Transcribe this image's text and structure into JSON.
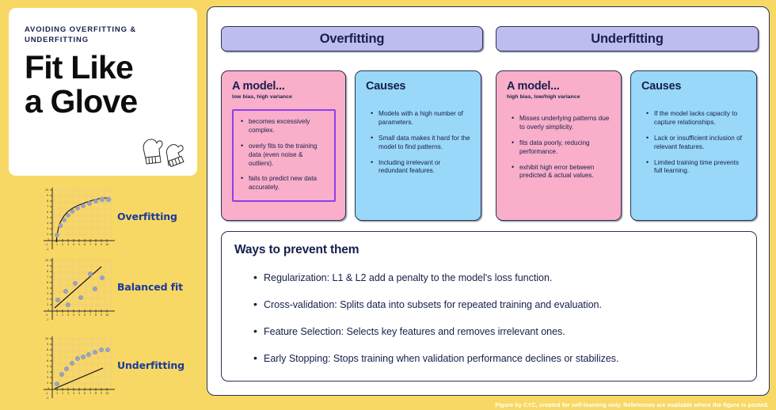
{
  "theme": {
    "background": "#f8d864",
    "panel": "#ffffff",
    "ink": "#16204a",
    "header_fill": "#bdbdf0",
    "pink": "#f9aec9",
    "blue": "#99d8f8",
    "outline_purple": "#8c3ff0",
    "label_blue": "#1b3a9c"
  },
  "title_card": {
    "kicker": "AVOIDING OVERFITTING & UNDERFITTING",
    "title_line1": "Fit Like",
    "title_line2": "a Glove",
    "illustration": "boxing-gloves"
  },
  "sidebar_charts": [
    {
      "label": "Overfitting",
      "chart_data": {
        "type": "scatter",
        "title": "Overfitting",
        "xlabel": "",
        "ylabel": "",
        "xlim": [
          -1,
          10.5
        ],
        "ylim": [
          -1,
          10.5
        ],
        "xticks": [
          1,
          2,
          3,
          4,
          5,
          6,
          7,
          8,
          9,
          10
        ],
        "yticks": [
          1,
          2,
          3,
          4,
          5,
          6,
          7,
          8,
          9,
          10
        ],
        "grid": true,
        "legend": "none",
        "points": [
          {
            "x": 1.2,
            "y": 1.5
          },
          {
            "x": 1.7,
            "y": 3.0
          },
          {
            "x": 2.3,
            "y": 4.3
          },
          {
            "x": 3.0,
            "y": 5.2
          },
          {
            "x": 3.8,
            "y": 6.0
          },
          {
            "x": 4.6,
            "y": 6.6
          },
          {
            "x": 5.5,
            "y": 7.0
          },
          {
            "x": 6.6,
            "y": 7.5
          },
          {
            "x": 7.6,
            "y": 8.0
          },
          {
            "x": 8.6,
            "y": 8.2
          },
          {
            "x": 9.5,
            "y": 8.1
          }
        ],
        "fit_line": {
          "style": "wiggly-curve-through-every-point",
          "description": "curve passes through each data point exactly"
        }
      }
    },
    {
      "label": "Balanced fit",
      "chart_data": {
        "type": "scatter",
        "title": "Balanced fit",
        "xlabel": "",
        "ylabel": "",
        "xlim": [
          -1,
          10.5
        ],
        "ylim": [
          -1,
          10.5
        ],
        "xticks": [
          1,
          2,
          3,
          4,
          5,
          6,
          7,
          8,
          9,
          10
        ],
        "yticks": [
          1,
          2,
          3,
          4,
          5,
          6,
          7,
          8,
          9,
          10
        ],
        "grid": true,
        "legend": "none",
        "points": [
          {
            "x": 1.2,
            "y": 3.0
          },
          {
            "x": 2.6,
            "y": 5.2
          },
          {
            "x": 3.0,
            "y": 2.2
          },
          {
            "x": 4.3,
            "y": 6.8
          },
          {
            "x": 5.2,
            "y": 3.7
          },
          {
            "x": 6.8,
            "y": 8.3
          },
          {
            "x": 7.6,
            "y": 5.6
          },
          {
            "x": 8.9,
            "y": 7.2
          }
        ],
        "fit_line": {
          "style": "straight-diagonal",
          "from": {
            "x": 0.4,
            "y": 1.2
          },
          "to": {
            "x": 8.4,
            "y": 9.2
          },
          "description": "straight regression line through the point cloud"
        }
      }
    },
    {
      "label": "Underfitting",
      "chart_data": {
        "type": "scatter",
        "title": "Underfitting",
        "xlabel": "",
        "ylabel": "",
        "xlim": [
          -1,
          10.5
        ],
        "ylim": [
          -1,
          10.5
        ],
        "xticks": [
          1,
          2,
          3,
          4,
          5,
          6,
          7,
          8,
          9,
          10
        ],
        "yticks": [
          1,
          2,
          3,
          4,
          5,
          6,
          7,
          8,
          9,
          10
        ],
        "grid": true,
        "legend": "none",
        "points": [
          {
            "x": 1.2,
            "y": 1.6
          },
          {
            "x": 1.9,
            "y": 3.4
          },
          {
            "x": 2.7,
            "y": 4.5
          },
          {
            "x": 3.6,
            "y": 5.6
          },
          {
            "x": 4.6,
            "y": 6.4
          },
          {
            "x": 5.5,
            "y": 6.7
          },
          {
            "x": 6.4,
            "y": 7.1
          },
          {
            "x": 7.4,
            "y": 7.6
          },
          {
            "x": 8.4,
            "y": 8.0
          },
          {
            "x": 9.4,
            "y": 8.1
          }
        ],
        "fit_line": {
          "style": "straight-shallow",
          "from": {
            "x": 0.5,
            "y": 0.4
          },
          "to": {
            "x": 8.6,
            "y": 4.6
          },
          "description": "shallow straight line far below the curved data"
        }
      }
    }
  ],
  "sections": [
    {
      "header": "Overfitting",
      "model_card": {
        "title": "A model...",
        "subtitle": "low bias, high variance",
        "outlined": true,
        "bullets": [
          "becomes excessively complex.",
          "overly fits to the training data (even noise & outliers).",
          "fails to predict new data accurately."
        ]
      },
      "causes_card": {
        "title": "Causes",
        "bullets": [
          "Models with a high number of parameters.",
          "Small data makes it hard for the model to find patterns.",
          "Including irrelevant or redundant features."
        ]
      }
    },
    {
      "header": "Underfitting",
      "model_card": {
        "title": "A model...",
        "subtitle": "high bias, low/high variance",
        "outlined": false,
        "bullets": [
          "Misses underlying patterns due to overly simplicity.",
          "fits data poorly, reducing performance.",
          "exhibit high error between predicted & actual values."
        ]
      },
      "causes_card": {
        "title": "Causes",
        "bullets": [
          "If the model lacks capacity to capture relationships.",
          "Lack or insufficient inclusion of relevant features.",
          "Limited training time prevents full learning."
        ]
      }
    }
  ],
  "prevention": {
    "title": "Ways to prevent them",
    "items": [
      "Regularization: L1 & L2 add a penalty to the model's loss function.",
      "Cross-validation: Splits data into subsets for repeated training and evaluation.",
      "Feature Selection: Selects key features and removes irrelevant ones.",
      "Early Stopping: Stops training when validation performance declines or stabilizes."
    ]
  },
  "footer": {
    "note": "Figure by CYC, created for self-learning only. References are available where the figure is posted."
  }
}
